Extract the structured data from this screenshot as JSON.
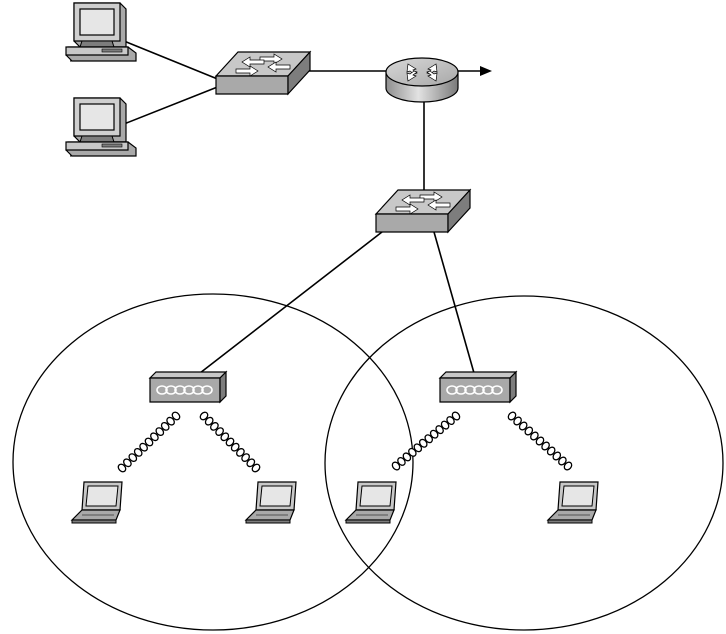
{
  "diagram": {
    "colors": {
      "line": "#000000",
      "device_light": "#c8c8c8",
      "device_mid": "#a9a9a9",
      "device_dark": "#7d7d7d",
      "screen": "#e6e6e6",
      "background": "#ffffff"
    },
    "nodes": [
      {
        "id": "pc-1",
        "type": "desktop-computer",
        "icon": "desktop-computer-icon"
      },
      {
        "id": "pc-2",
        "type": "desktop-computer",
        "icon": "desktop-computer-icon"
      },
      {
        "id": "switch-1",
        "type": "workgroup-switch",
        "icon": "switch-icon"
      },
      {
        "id": "router-1",
        "type": "router",
        "icon": "router-icon"
      },
      {
        "id": "switch-2",
        "type": "workgroup-switch",
        "icon": "switch-icon"
      },
      {
        "id": "access-point-1",
        "type": "wireless-access-point",
        "icon": "access-point-icon"
      },
      {
        "id": "access-point-2",
        "type": "wireless-access-point",
        "icon": "access-point-icon"
      },
      {
        "id": "laptop-1",
        "type": "laptop",
        "icon": "laptop-icon"
      },
      {
        "id": "laptop-2",
        "type": "laptop",
        "icon": "laptop-icon"
      },
      {
        "id": "laptop-3",
        "type": "laptop",
        "icon": "laptop-icon"
      },
      {
        "id": "laptop-4",
        "type": "laptop",
        "icon": "laptop-icon"
      }
    ],
    "links": [
      {
        "from": "pc-1",
        "to": "switch-1",
        "kind": "wired"
      },
      {
        "from": "pc-2",
        "to": "switch-1",
        "kind": "wired"
      },
      {
        "from": "switch-1",
        "to": "router-1",
        "kind": "wired"
      },
      {
        "from": "router-1",
        "to": "external-network",
        "kind": "wired-arrow"
      },
      {
        "from": "router-1",
        "to": "switch-2",
        "kind": "wired"
      },
      {
        "from": "switch-2",
        "to": "access-point-1",
        "kind": "wired"
      },
      {
        "from": "switch-2",
        "to": "access-point-2",
        "kind": "wired"
      },
      {
        "from": "access-point-1",
        "to": "laptop-1",
        "kind": "wireless"
      },
      {
        "from": "access-point-1",
        "to": "laptop-2",
        "kind": "wireless"
      },
      {
        "from": "access-point-2",
        "to": "laptop-3",
        "kind": "wireless"
      },
      {
        "from": "access-point-2",
        "to": "laptop-4",
        "kind": "wireless"
      }
    ],
    "coverage_areas": [
      {
        "id": "cell-1",
        "access_point": "access-point-1"
      },
      {
        "id": "cell-2",
        "access_point": "access-point-2"
      }
    ]
  }
}
